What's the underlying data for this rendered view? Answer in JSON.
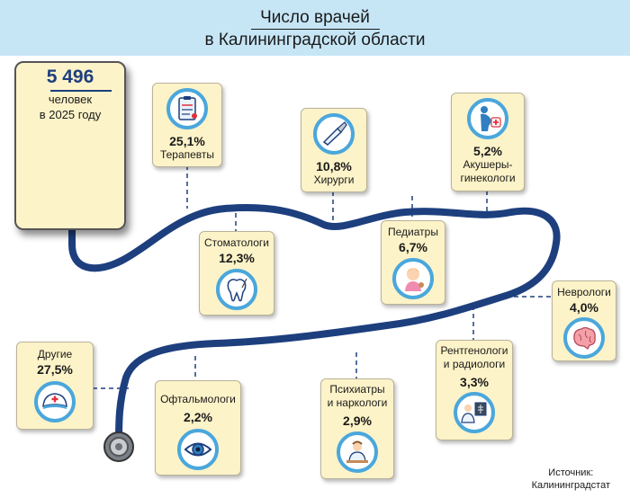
{
  "title_line1": "Число врачей",
  "title_line2": "в Калининградской области",
  "total": {
    "value": "5 496",
    "line1": "человек",
    "line2": "в 2025 году"
  },
  "categories": {
    "therapists": {
      "percent": "25,1%",
      "label": "Терапевты",
      "icon": "medical-report-icon"
    },
    "surgeons": {
      "percent": "10,8%",
      "label": "Хирурги",
      "icon": "scalpel-icon"
    },
    "obgyn": {
      "percent": "5,2%",
      "label1": "Акушеры-",
      "label2": "гинекологи",
      "icon": "pregnant-woman-icon"
    },
    "dentists": {
      "label": "Стоматологи",
      "percent": "12,3%",
      "icon": "tooth-icon"
    },
    "pediatricians": {
      "label": "Педиатры",
      "percent": "6,7%",
      "icon": "child-icon"
    },
    "neurologists": {
      "label": "Неврологи",
      "percent": "4,0%",
      "icon": "brain-icon"
    },
    "radiologists": {
      "label1": "Рентгенологи",
      "label2": "и радиологи",
      "percent": "3,3%",
      "icon": "xray-doctor-icon"
    },
    "psychiatrists": {
      "label1": "Психиатры",
      "label2": "и наркологи",
      "percent": "2,9%",
      "icon": "psychiatrist-icon"
    },
    "ophthalmologists": {
      "label": "Офтальмологи",
      "percent": "2,2%",
      "icon": "eye-icon"
    },
    "others": {
      "label": "Другие",
      "percent": "27,5%",
      "icon": "nurse-cap-icon"
    }
  },
  "source_line1": "Источник:",
  "source_line2": "Калининградстат",
  "colors": {
    "header_bg": "#c6e6f6",
    "card_bg": "#fdf3c8",
    "tube": "#1d3f7e",
    "icon_ring": "#4aa7dc",
    "accent_red": "#e0303a"
  }
}
